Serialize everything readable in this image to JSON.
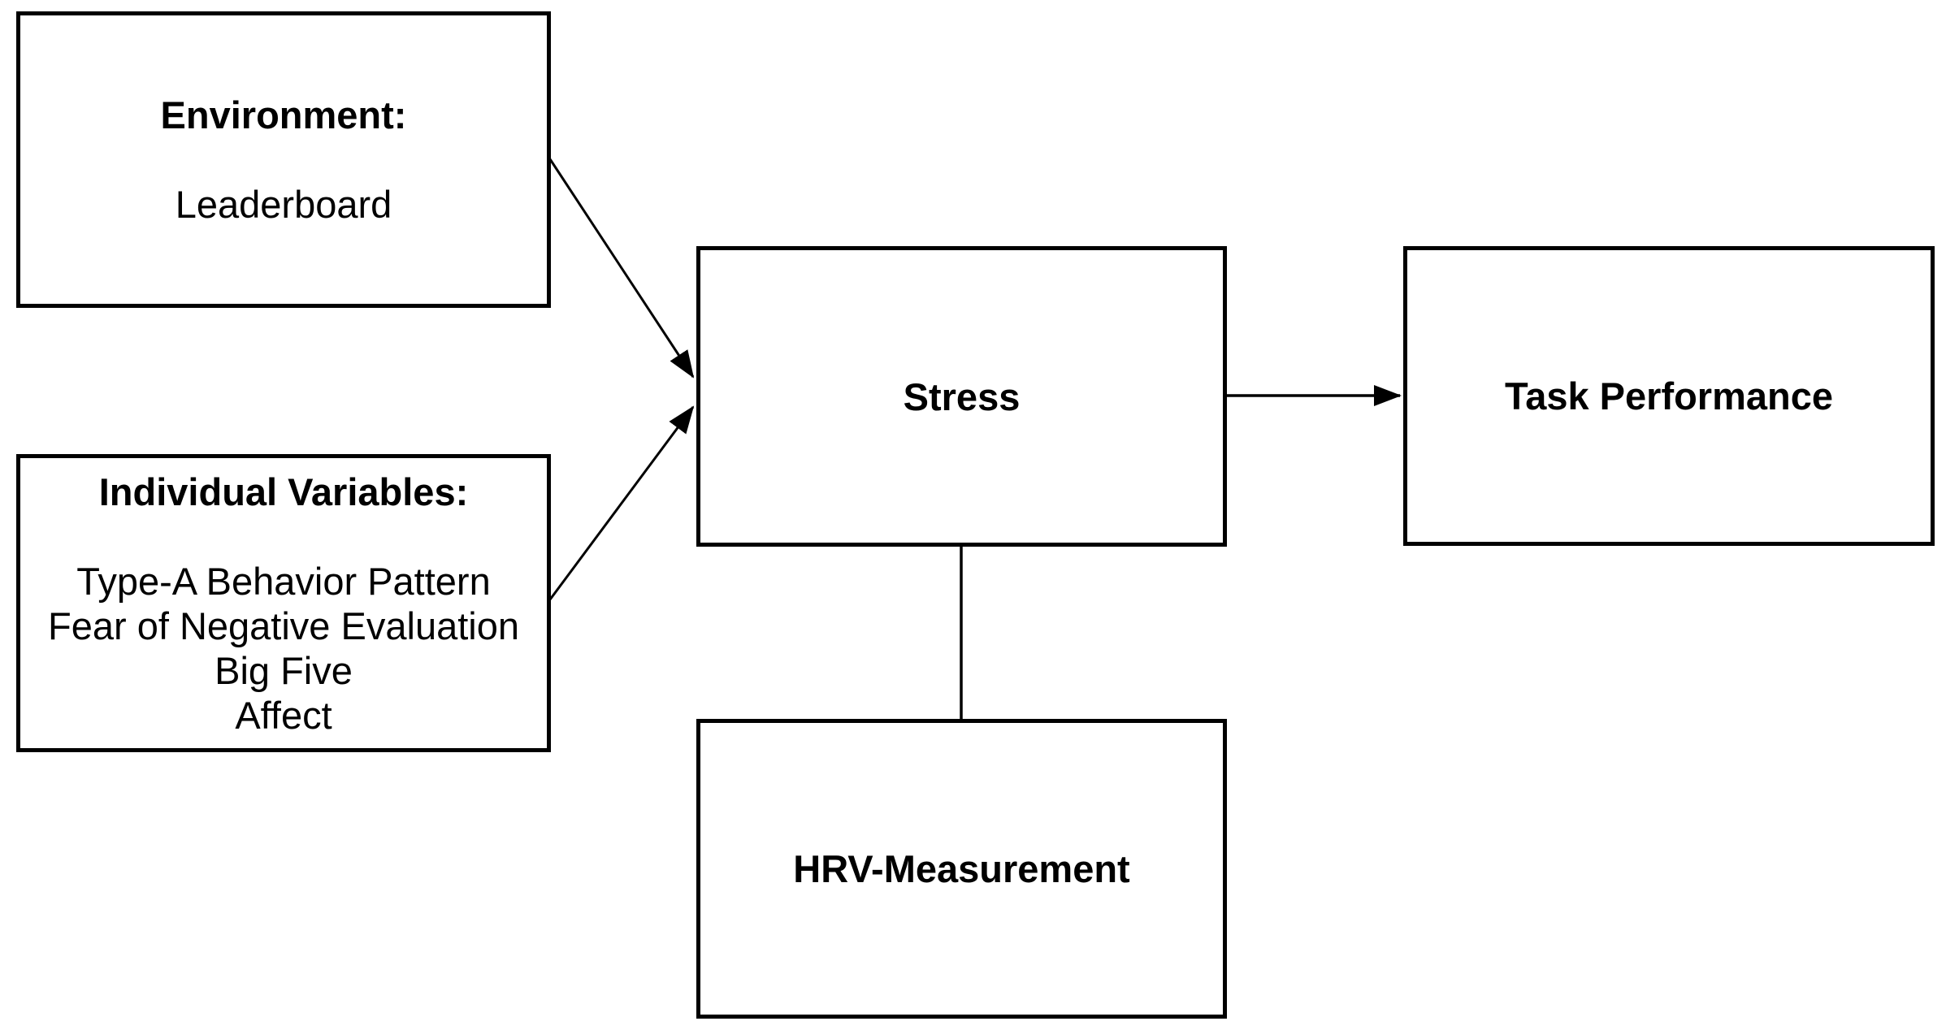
{
  "diagram": {
    "background_color": "#ffffff",
    "stroke_color": "#000000",
    "nodes": {
      "environment": {
        "title": "Environment:",
        "items": [
          "Leaderboard"
        ]
      },
      "individual": {
        "title": "Individual Variables:",
        "items": [
          "Type-A Behavior Pattern",
          "Fear of Negative Evaluation",
          "Big Five",
          "Affect"
        ]
      },
      "stress": {
        "title": "Stress"
      },
      "task_performance": {
        "title": "Task Performance"
      },
      "hrv": {
        "title": "HRV-Measurement"
      }
    },
    "connectors": [
      {
        "from": "environment",
        "to": "stress",
        "type": "arrow"
      },
      {
        "from": "individual",
        "to": "stress",
        "type": "arrow"
      },
      {
        "from": "stress",
        "to": "task_performance",
        "type": "arrow"
      },
      {
        "from": "stress",
        "to": "hrv",
        "type": "line"
      }
    ]
  }
}
